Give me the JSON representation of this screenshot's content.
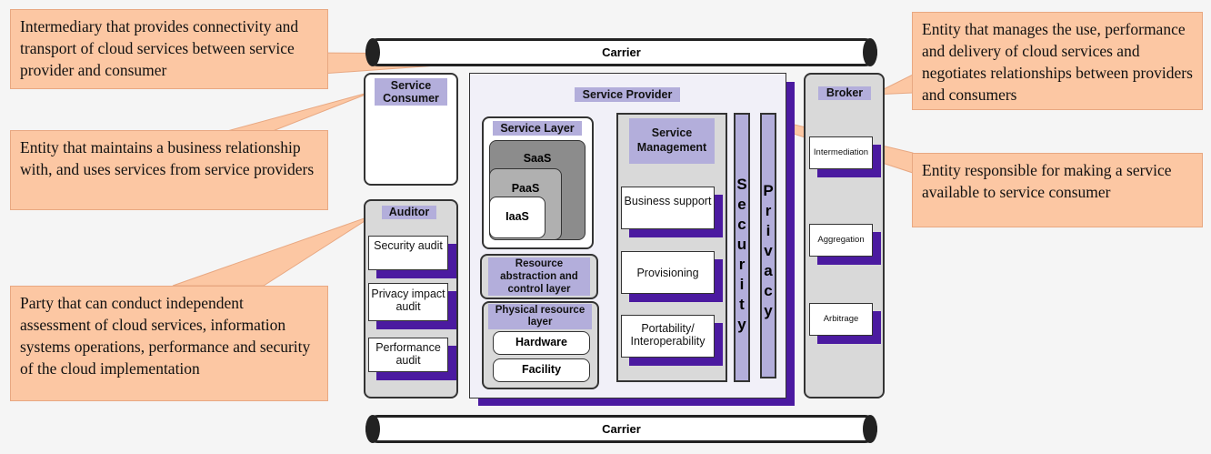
{
  "callouts": {
    "carrier": "Intermediary that provides connectivity and transport of cloud services between service provider and consumer",
    "consumer": "Entity that maintains a business relationship with, and uses services from service providers",
    "auditor": "Party that can conduct independent assessment of cloud services, information systems operations, performance and security of the cloud implementation",
    "broker": "Entity that manages the use, performance and delivery of cloud services and negotiates relationships between providers and consumers",
    "provider": "Entity responsible for making a service available to service consumer"
  },
  "carrier_top": "Carrier",
  "carrier_bottom": "Carrier",
  "consumer": {
    "title": "Service Consumer"
  },
  "auditor": {
    "title": "Auditor",
    "items": [
      "Security audit",
      "Privacy impact audit",
      "Performance audit"
    ]
  },
  "provider": {
    "title": "Service Provider",
    "service_layer": {
      "title": "Service Layer",
      "saas": "SaaS",
      "paas": "PaaS",
      "iaas": "IaaS"
    },
    "resource_abstraction": "Resource abstraction and control layer",
    "physical": {
      "title": "Physical resource layer",
      "hardware": "Hardware",
      "facility": "Facility"
    },
    "management": {
      "title": "Service Management",
      "items": [
        "Business support",
        "Provisioning",
        "Portability/ Interoperability"
      ]
    },
    "security_letters": [
      "S",
      "e",
      "c",
      "u",
      "r",
      "i",
      "t",
      "y"
    ],
    "privacy_letters": [
      "P",
      "r",
      "i",
      "v",
      "a",
      "c",
      "y"
    ]
  },
  "broker": {
    "title": "Broker",
    "items": [
      "Intermediation",
      "Aggregation",
      "Arbitrage"
    ]
  },
  "colors": {
    "callout": "#fcc7a3",
    "label": "#b3aedb",
    "shadow": "#4b1aa0",
    "panel": "#d9d9d9"
  }
}
